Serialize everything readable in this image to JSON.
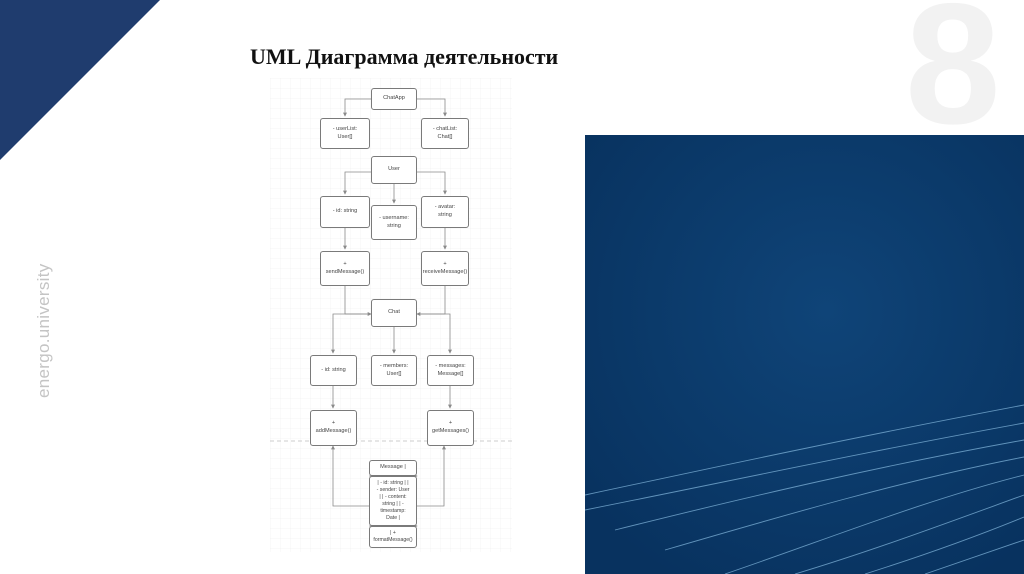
{
  "slide": {
    "title": "UML Диаграмма деятельности",
    "number": "8",
    "brand": "energo.university"
  },
  "diagram": {
    "nodes": {
      "chatapp": "ChatApp",
      "userlist": "- userList:\nUser[]",
      "chatlist": "- chatList:\nChat[]",
      "user": "User",
      "user_id": "- id: string",
      "username": "- username:\nstring",
      "avatar": "- avatar:\nstring",
      "send_message": "+\nsendMessage()",
      "receive_message": "+\nreceiveMessage()",
      "chat": "Chat",
      "chat_id": "- id: string",
      "members": "- members:\nUser[]",
      "messages": "- messages:\nMessage[]",
      "add_message": "+\naddMessage()",
      "get_messages": "+\ngetMessages()",
      "message_header": "Message |",
      "message_fields": "| - id: string | |\n- sender: User\n| | - content:\nstring | | -\ntimestamp:\nDate |",
      "message_method": "| +\nformatMessage()"
    }
  },
  "colors": {
    "navy": "#1f3c6e",
    "panel": "#0b3a6c",
    "grid": "#e6e6e6",
    "arrow": "#8a8a8a",
    "number": "#f2f2f2",
    "brand": "#c4c4c4"
  }
}
